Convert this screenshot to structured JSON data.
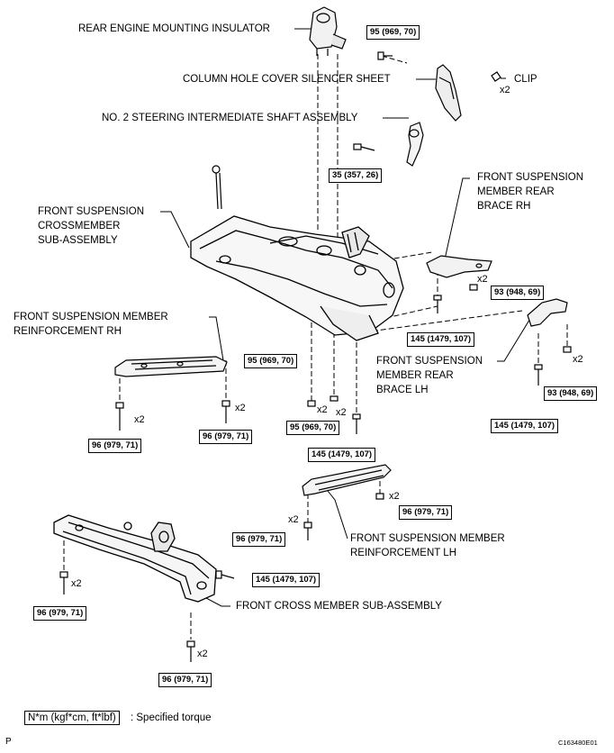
{
  "labels": {
    "rear_engine_mounting_insulator": "REAR ENGINE MOUNTING INSULATOR",
    "column_hole_cover": "COLUMN HOLE COVER SILENCER SHEET",
    "clip": "CLIP",
    "steering_shaft": "NO. 2 STEERING INTERMEDIATE SHAFT ASSEMBLY",
    "crossmember_l1": "FRONT SUSPENSION",
    "crossmember_l2": "CROSSMEMBER",
    "crossmember_l3": "SUB-ASSEMBLY",
    "rear_brace_rh_l1": "FRONT SUSPENSION",
    "rear_brace_rh_l2": "MEMBER REAR",
    "rear_brace_rh_l3": "BRACE RH",
    "reinf_rh_l1": "FRONT SUSPENSION MEMBER",
    "reinf_rh_l2": "REINFORCEMENT RH",
    "rear_brace_lh_l1": "FRONT SUSPENSION",
    "rear_brace_lh_l2": "MEMBER REAR",
    "rear_brace_lh_l3": "BRACE LH",
    "reinf_lh_l1": "FRONT SUSPENSION MEMBER",
    "reinf_lh_l2": "REINFORCEMENT LH",
    "front_cross_member": "FRONT CROSS MEMBER SUB-ASSEMBLY"
  },
  "torques": {
    "t1": "95 (969, 70)",
    "t2": "35 (357, 26)",
    "t3": "93 (948, 69)",
    "t4": "145 (1479, 107)",
    "t5": "95 (969, 70)",
    "t6": "95 (969, 70)",
    "t7": "145 (1479, 107)",
    "t8": "93 (948, 69)",
    "t9": "145 (1479, 107)",
    "t10": "96 (979, 71)",
    "t11": "96 (979, 71)",
    "t12": "96 (979, 71)",
    "t13": "96 (979, 71)",
    "t14": "145 (1479, 107)",
    "t15": "96 (979, 71)",
    "t16": "96 (979, 71)"
  },
  "multipliers": {
    "clip": "x2",
    "brace_rh_bolt": "x2",
    "brace_lh_bolt": "x2",
    "center_bolt": "x2",
    "reinf_rh_left": "x2",
    "reinf_rh_right": "x2",
    "reinf_lh_right": "x2",
    "reinf_lh_left": "x2",
    "front_cross_left": "x2",
    "front_cross_bottom": "x2"
  },
  "legend": {
    "key": "N*m (kgf*cm, ft*lbf)",
    "description": ": Specified torque"
  },
  "footer": {
    "letter": "P",
    "code": "C163480E01"
  }
}
